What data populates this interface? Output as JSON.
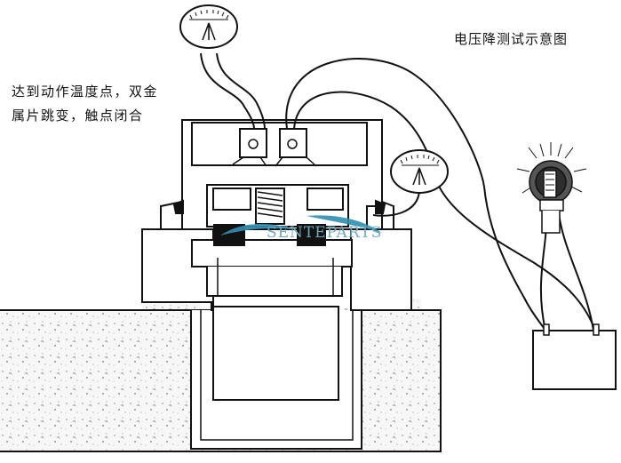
{
  "title": "电压降测试示意图",
  "note": {
    "line1": "达到动作温度点，双金",
    "line2": "属片跳变，触点闭合"
  },
  "watermark": "SENTEPARTS",
  "colors": {
    "line": "#111111",
    "ground_fill": "#f4f4f4",
    "watermark": "#2f8fb0"
  },
  "icons": {
    "meter": "voltmeter-icon",
    "lamp": "light-bulb-icon",
    "battery": "battery-icon"
  }
}
